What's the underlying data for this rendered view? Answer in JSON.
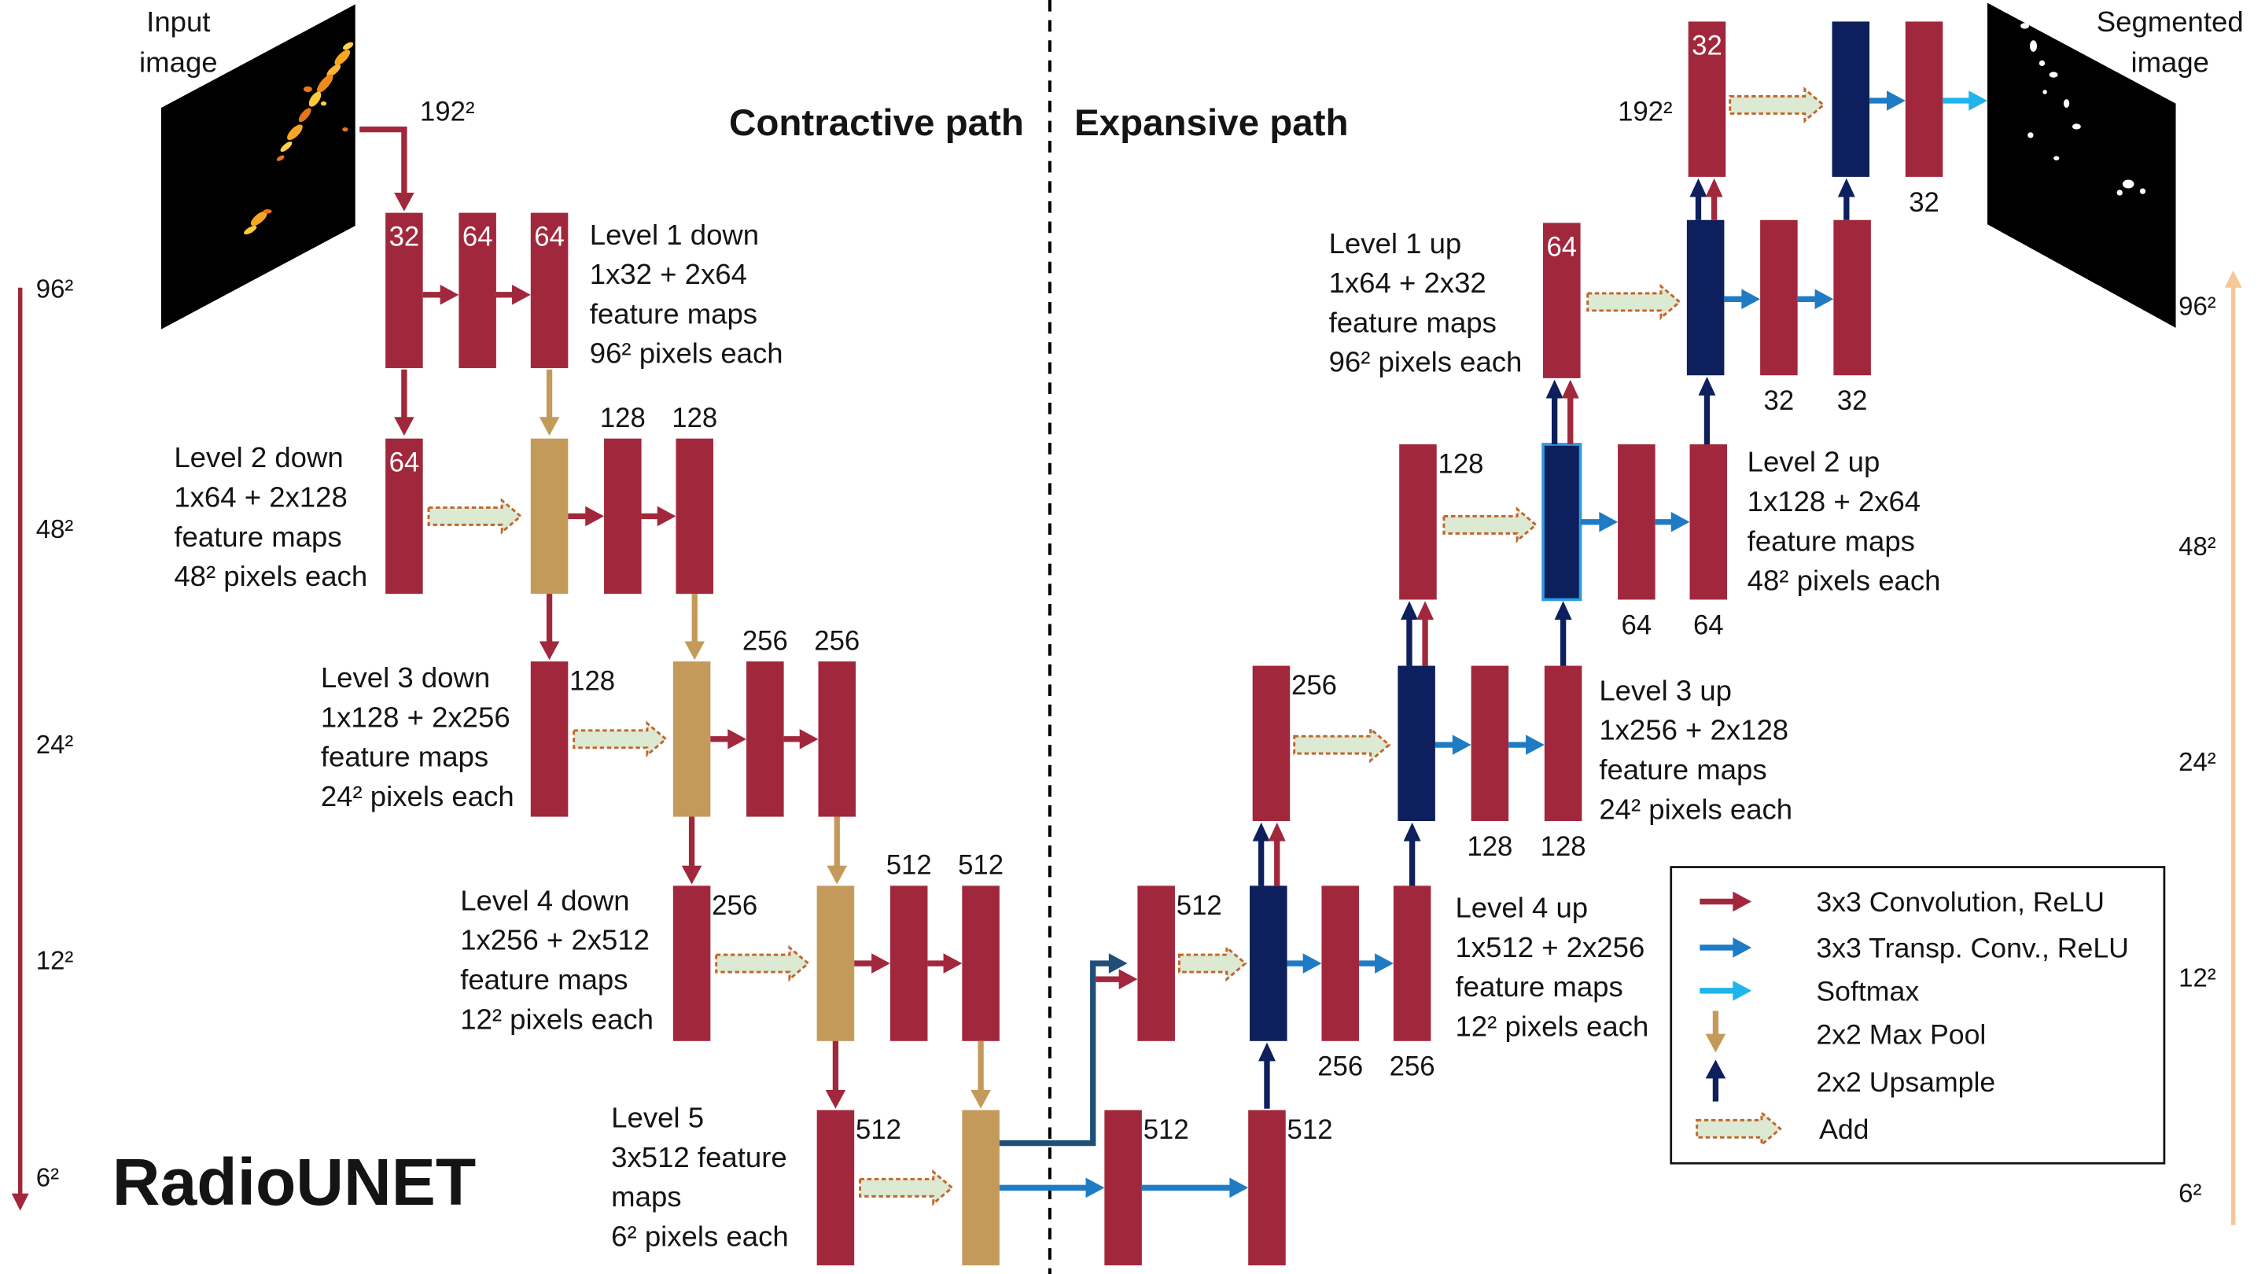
{
  "diagram_title": "RadioUNET",
  "paths": {
    "contractive": "Contractive path",
    "expansive": "Expansive path"
  },
  "input_image": {
    "label": [
      "Input",
      "image"
    ],
    "resolution": "192²"
  },
  "output_image": {
    "label": [
      "Segmented",
      "image"
    ]
  },
  "left_scale": [
    "96²",
    "48²",
    "24²",
    "12²",
    "6²"
  ],
  "right_scale": [
    "96²",
    "48²",
    "24²",
    "12²",
    "6²"
  ],
  "contractive": {
    "levels": [
      {
        "description": [
          "Level 1 down",
          "1x32 + 2x64",
          "feature maps",
          "96² pixels each"
        ],
        "channels": [
          "32",
          "64",
          "64"
        ]
      },
      {
        "description": [
          "Level 2 down",
          "1x64 + 2x128",
          "feature maps",
          "48² pixels each"
        ],
        "channels": [
          "64",
          "128",
          "128"
        ]
      },
      {
        "description": [
          "Level 3 down",
          "1x128 + 2x256",
          "feature maps",
          "24² pixels each"
        ],
        "channels": [
          "128",
          "256",
          "256"
        ]
      },
      {
        "description": [
          "Level 4 down",
          "1x256 + 2x512",
          "feature maps",
          "12² pixels each"
        ],
        "channels": [
          "256",
          "512",
          "512"
        ]
      },
      {
        "description": [
          "Level 5",
          "3x512 feature",
          "maps",
          "6² pixels each"
        ],
        "channels": [
          "512",
          "512",
          "512"
        ]
      }
    ]
  },
  "expansive": {
    "levels": [
      {
        "description": [
          "Level 1 up",
          "1x64 + 2x32",
          "feature maps",
          "96² pixels each"
        ],
        "channels": [
          "64",
          "32",
          "32"
        ]
      },
      {
        "description": [
          "Level 2 up",
          "1x128 + 2x64",
          "feature maps",
          "48² pixels each"
        ],
        "channels": [
          "128",
          "64",
          "64"
        ]
      },
      {
        "description": [
          "Level 3 up",
          "1x256 + 2x128",
          "feature maps",
          "24² pixels each"
        ],
        "channels": [
          "256",
          "128",
          "128"
        ]
      },
      {
        "description": [
          "Level 4 up",
          "1x512 + 2x256",
          "feature maps",
          "12² pixels each"
        ],
        "channels": [
          "512",
          "256",
          "256"
        ]
      }
    ],
    "output_stage": {
      "resolution": "192²",
      "channels": [
        "32",
        "32"
      ]
    }
  },
  "legend": [
    {
      "symbol": "red-right-arrow-icon",
      "label": "3x3 Convolution, ReLU"
    },
    {
      "symbol": "blue-right-arrow-icon",
      "label": "3x3 Transp. Conv., ReLU"
    },
    {
      "symbol": "cyan-right-arrow-icon",
      "label": "Softmax"
    },
    {
      "symbol": "tan-down-arrow-icon",
      "label": "2x2 Max Pool"
    },
    {
      "symbol": "navy-up-arrow-icon",
      "label": "2x2 Upsample"
    },
    {
      "symbol": "dashed-block-arrow-icon",
      "label": "Add"
    }
  ],
  "colors": {
    "convolution": "#A1283C",
    "max_pool": "#C49A5B",
    "upsample": "#0D1F5C",
    "transposed_conv": "#1F7BC3",
    "softmax": "#1FB4EA",
    "skip_connector": "#1F4E79",
    "add_fill": "#DCE9D3",
    "add_border": "#C0662A",
    "scale_down": "#A1283C",
    "scale_up": "#F7C797",
    "upsample_outline": "#2E9BE0",
    "text": "#141414"
  }
}
